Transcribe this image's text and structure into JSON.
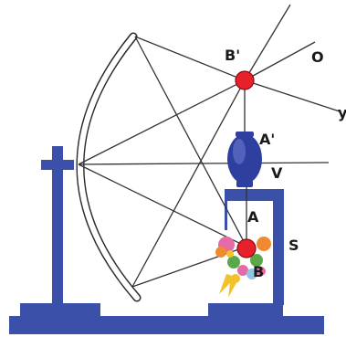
{
  "labels": {
    "b_prime": "B'",
    "o": "O",
    "y": "y",
    "a_prime": "A'",
    "v": "V",
    "a": "A",
    "s": "S",
    "b": "B"
  },
  "colors": {
    "stand_blue": "#3b50a8",
    "vase_blue": "#2f3f9f",
    "point_red": "#e8202a",
    "line_dark": "#333333",
    "flower_pink": "#e46aa8",
    "flower_orange": "#f08a30",
    "flower_yellow": "#f3c12a",
    "leaf_green": "#5aa84a"
  },
  "icons": {
    "bouquet": "flower-bouquet-icon",
    "vase": "vase-icon",
    "mirror": "concave-mirror"
  }
}
